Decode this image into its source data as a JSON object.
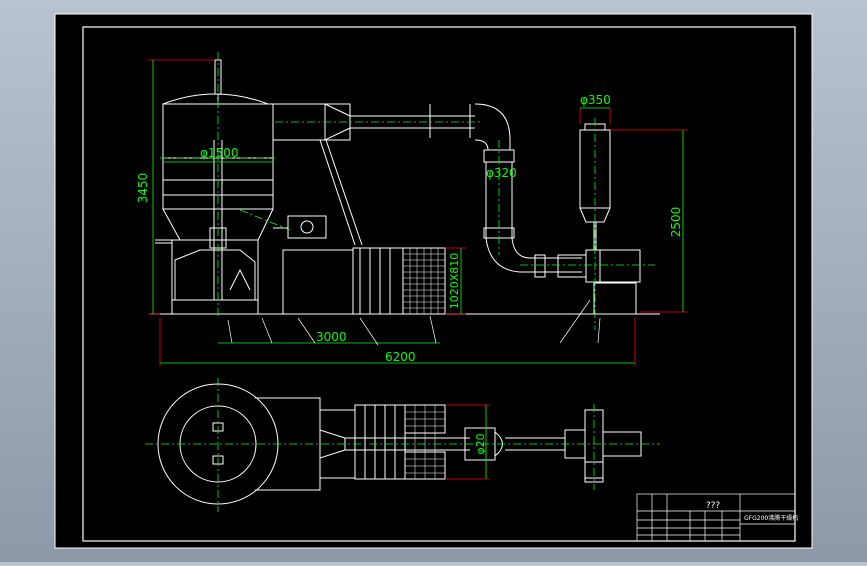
{
  "drawing": {
    "dimensions": {
      "height_total": "3450",
      "tank_diameter": "φ1500",
      "pipe_diameter": "φ320",
      "fan_diameter": "φ350",
      "fan_height": "2500",
      "heater_size": "1020X810",
      "length_short": "3000",
      "length_total": "6200",
      "plan_pipe": "φ20"
    },
    "title_block": {
      "title": "???",
      "drawing_name": "GFG200沸腾干燥机"
    }
  },
  "colors": {
    "background": "#000000",
    "line": "#ffffff",
    "dimension": "#00ff00",
    "extension": "#ff0000",
    "center": "#00ff00"
  }
}
